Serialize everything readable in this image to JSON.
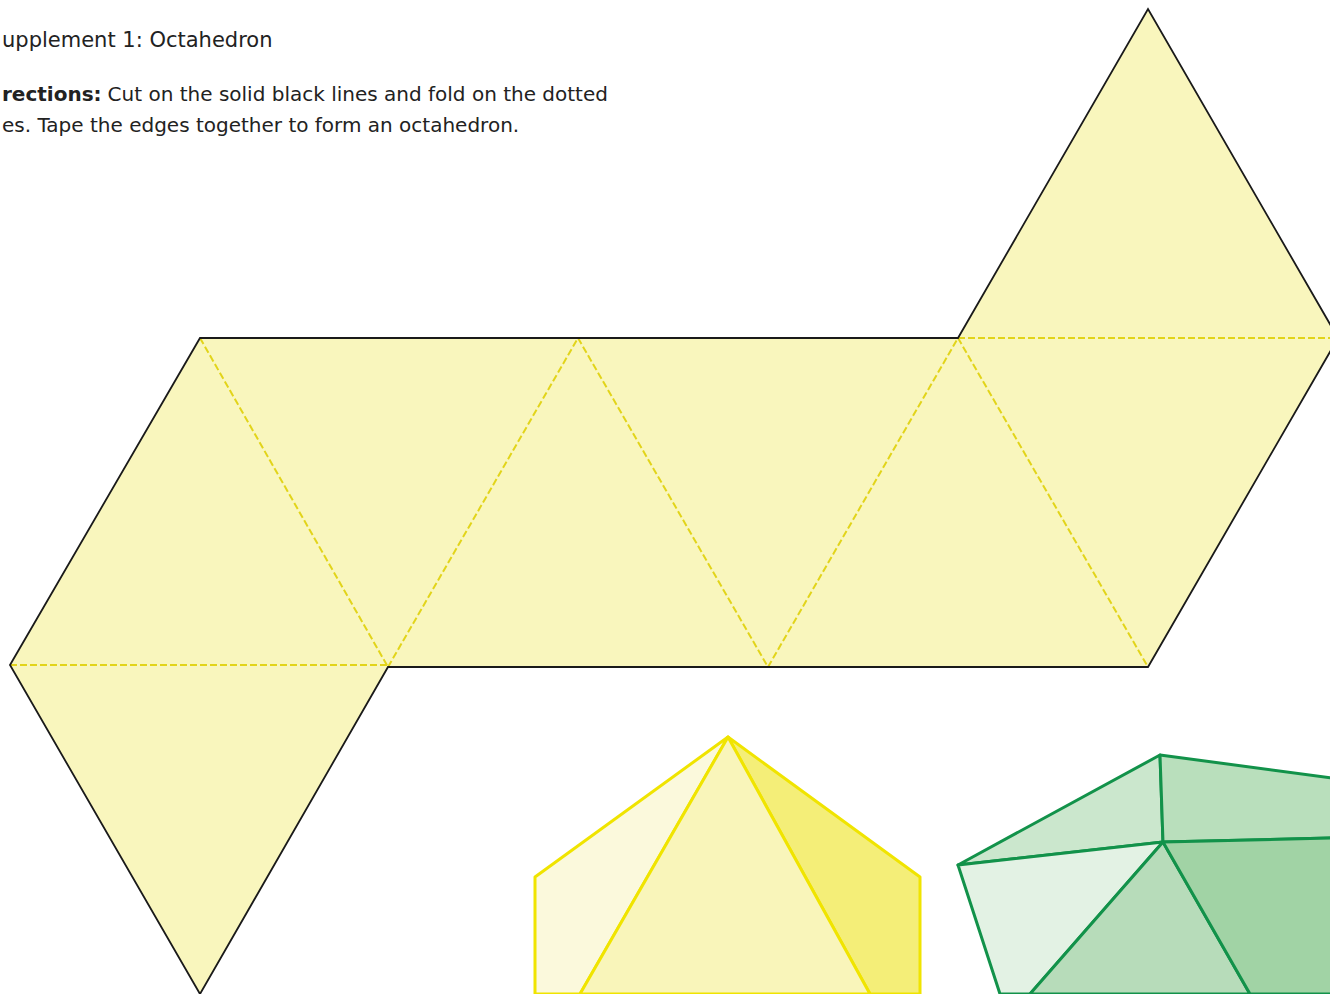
{
  "diagram": {
    "title": "upplement 1: Octahedron",
    "labels": [
      "rections:",
      "Cut on the solid black lines and fold on the dotted",
      "es. Tape the edges together to form an octahedron."
    ]
  }
}
